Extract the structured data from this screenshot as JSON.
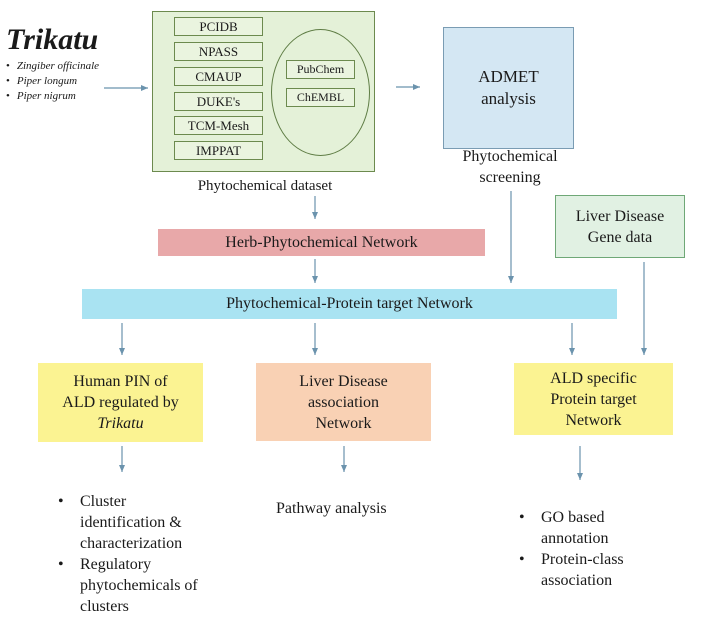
{
  "trikatu": {
    "title": "Trikatu",
    "species": [
      "Zingiber officinale",
      "Piper longum",
      "Piper nigrum"
    ]
  },
  "dataset": {
    "databases": [
      "PCIDB",
      "NPASS",
      "CMAUP",
      "DUKE's",
      "TCM-Mesh",
      "IMPPAT"
    ],
    "chem_databases": [
      "PubChem",
      "ChEMBL"
    ],
    "caption": "Phytochemical dataset"
  },
  "admet": {
    "line1": "ADMET",
    "line2": "analysis",
    "caption_line1": "Phytochemical",
    "caption_line2": "screening"
  },
  "liver_gene": {
    "line1": "Liver Disease",
    "line2": "Gene data"
  },
  "herb_network": "Herb-Phytochemical Network",
  "protein_network": "Phytochemical-Protein target Network",
  "pin_box": {
    "line1": "Human PIN of",
    "line2": "ALD regulated by",
    "line3": "Trikatu"
  },
  "assoc_box": {
    "line1": "Liver Disease",
    "line2": "association",
    "line3": "Network"
  },
  "ald_box": {
    "line1": "ALD specific",
    "line2": "Protein target",
    "line3": "Network"
  },
  "pin_outputs": {
    "item1": [
      "Cluster",
      "identification &",
      "characterization"
    ],
    "item2": [
      "Regulatory",
      "phytochemicals of",
      "clusters"
    ]
  },
  "pathway": "Pathway analysis",
  "ald_outputs": {
    "item1": [
      "GO based",
      "annotation"
    ],
    "item2": [
      "Protein-class",
      "association"
    ]
  },
  "colors": {
    "dataset_panel": "#e4f1d8",
    "admet": "#d4e7f3",
    "liver_gene": "#e1f1e3",
    "herb_network": "#e8a8a9",
    "protein_network": "#a9e3f2",
    "yellow_boxes": "#fbf392",
    "assoc_box": "#f9d1b4",
    "arrows": "#6b93ad"
  }
}
